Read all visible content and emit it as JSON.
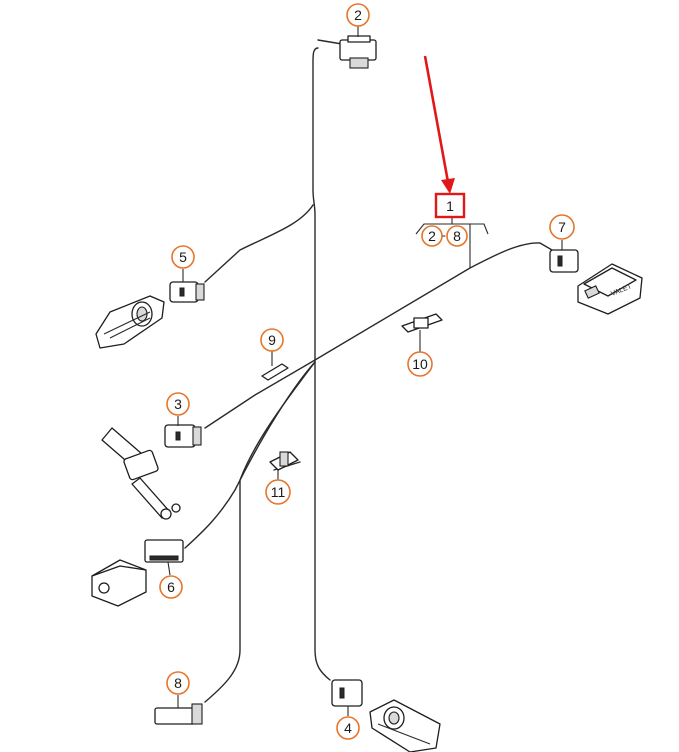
{
  "diagram": {
    "callouts": {
      "c1": "1",
      "c2_top": "2",
      "c2_group": "2",
      "c8_group": "8",
      "c3": "3",
      "c4": "4",
      "c5": "5",
      "c6": "6",
      "c7": "7",
      "c8": "8",
      "c9": "9",
      "c10": "10",
      "c11": "11"
    },
    "group_separator": "-",
    "switch_label": "VALET",
    "highlight_color": "#e01818",
    "callout_color": "#e5752a"
  }
}
